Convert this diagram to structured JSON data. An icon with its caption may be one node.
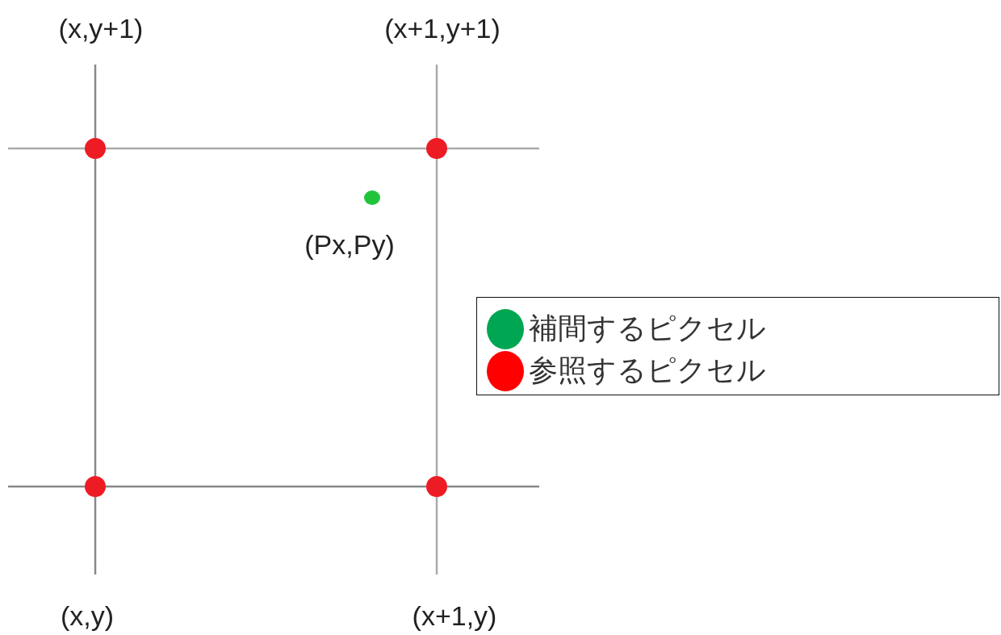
{
  "diagram": {
    "labels": [
      "(x,y+1)",
      "(x+1,y+1)",
      "(Px,Py)",
      "(x,y)",
      "(x+1,y)"
    ],
    "legend": [
      {
        "text": "補間するピクセル",
        "color": "#00a651"
      },
      {
        "text": "参照するピクセル",
        "color": "#ff0000"
      }
    ]
  }
}
